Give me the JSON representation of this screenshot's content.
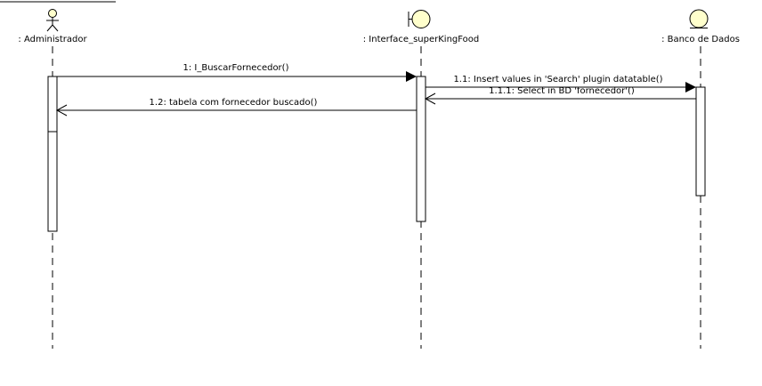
{
  "participants": {
    "actor": {
      "label": ": Administrador",
      "kind": "actor"
    },
    "boundary": {
      "label": ": Interface_superKingFood",
      "kind": "boundary"
    },
    "entity": {
      "label": ": Banco de Dados",
      "kind": "entity"
    }
  },
  "messages": {
    "m1": {
      "label": "1: I_BuscarFornecedor()",
      "kind": "synchronous"
    },
    "m1_1": {
      "label": "1.1: Insert values in 'Search' plugin datatable()",
      "kind": "synchronous"
    },
    "m1_1_1": {
      "label": "1.1.1: Select in BD  'fornecedor'()",
      "kind": "reply"
    },
    "m1_2": {
      "label": "1.2: tabela com fornecedor buscado()",
      "kind": "reply"
    }
  },
  "colors": {
    "participant_fill": "#ffffcc",
    "line": "#000000",
    "background": "#ffffff"
  }
}
